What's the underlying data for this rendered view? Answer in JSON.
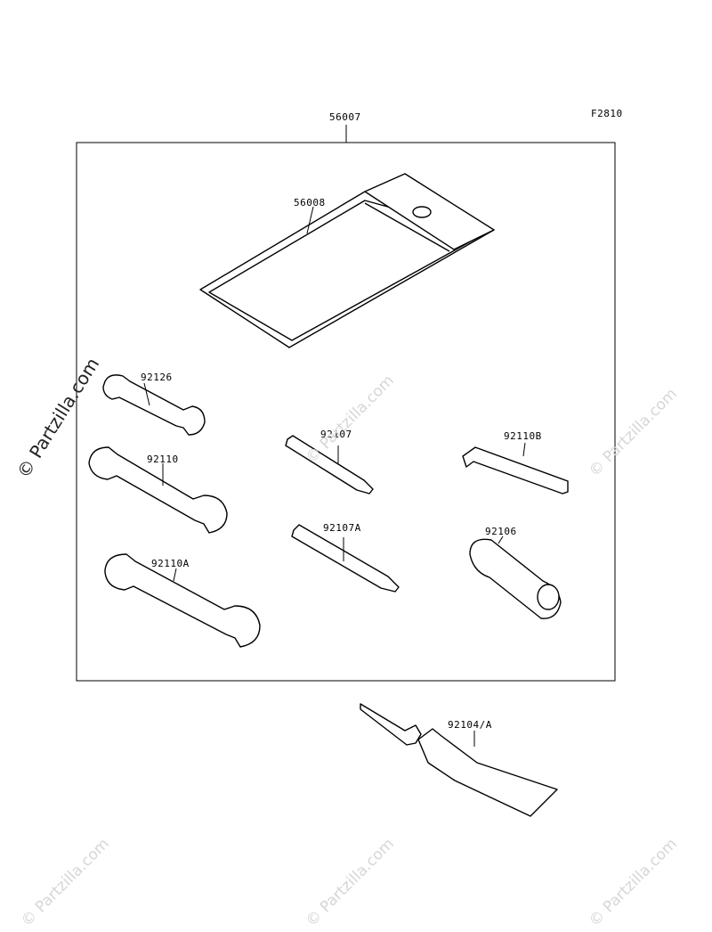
{
  "diagram": {
    "figure_code": "F2810",
    "parts": {
      "kit": "56007",
      "case": "56008",
      "wrench_small": "92126",
      "wrench_medium": "92110",
      "wrench_large": "92110A",
      "driver_bit": "92107",
      "driver_bit_a": "92107A",
      "hex_key": "92110B",
      "handle": "92106",
      "tube": "92104/A"
    }
  },
  "watermark": {
    "brand": "© Partzilla.com",
    "corner": "© Partzilla.com"
  }
}
